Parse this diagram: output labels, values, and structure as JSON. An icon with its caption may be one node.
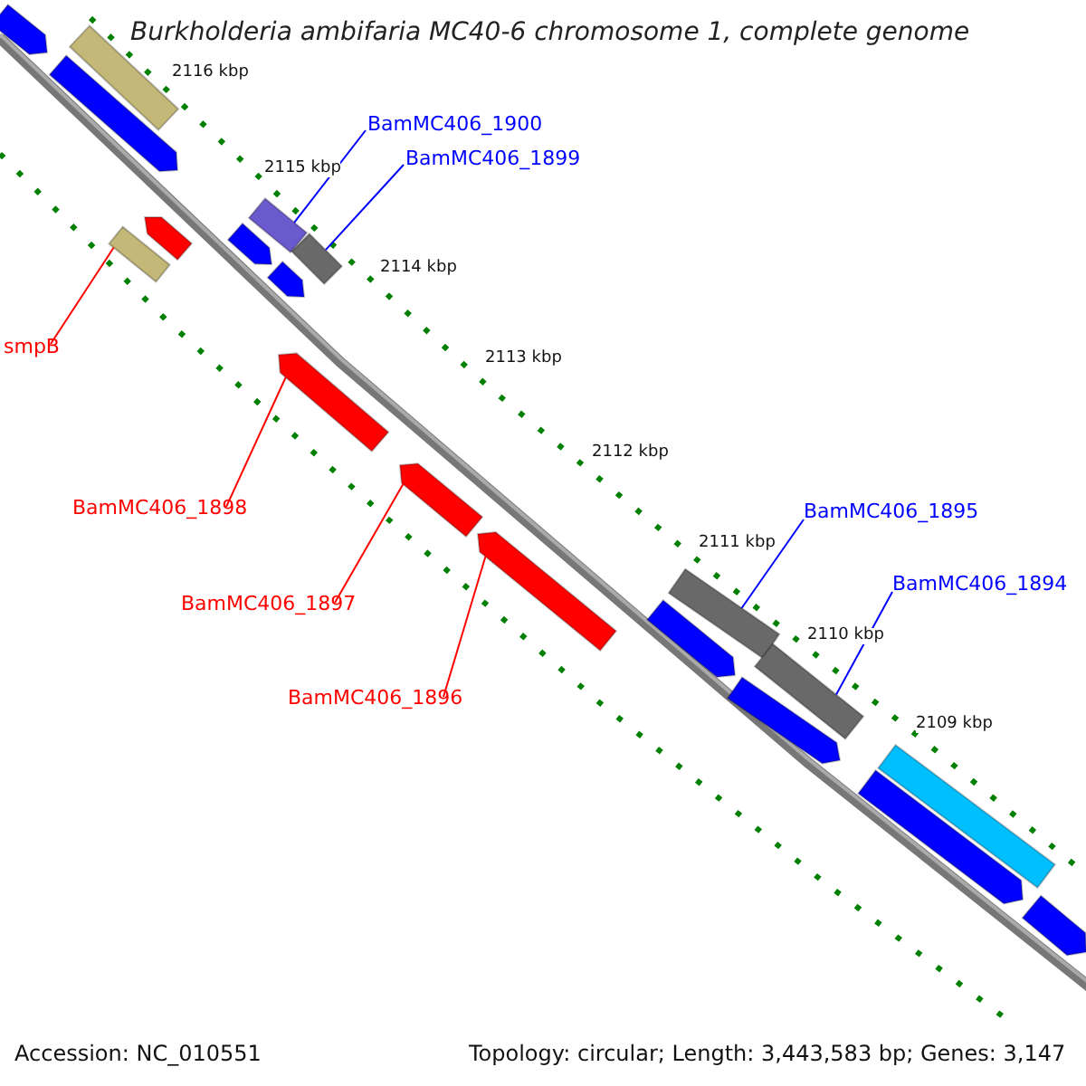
{
  "diagram": {
    "title": "Burkholderia ambifaria MC40-6 chromosome 1, complete genome",
    "nodes": [
      {
        "text": [
          "BamMC406_1900"
        ]
      },
      {
        "text": [
          "BamMC406_1899"
        ]
      },
      {
        "text": [
          "smpB"
        ]
      },
      {
        "text": [
          "BamMC406_1898"
        ]
      },
      {
        "text": [
          "BamMC406_1897"
        ]
      },
      {
        "text": [
          "BamMC406_1896"
        ]
      },
      {
        "text": [
          "BamMC406_1895"
        ]
      },
      {
        "text": [
          "BamMC406_1894"
        ]
      },
      {
        "text": [],
        "shape": "bar"
      },
      {
        "text": [],
        "shape": "bar"
      },
      {
        "text": [],
        "shape": "bar"
      },
      {
        "text": [],
        "shape": "bar"
      },
      {
        "text": [],
        "shape": "bar"
      },
      {
        "text": [],
        "shape": "bar"
      },
      {
        "text": [],
        "shape": "bar"
      },
      {
        "text": [],
        "shape": "bar"
      },
      {
        "text": [],
        "shape": "bar"
      },
      {
        "text": [],
        "shape": "bar"
      },
      {
        "text": [],
        "shape": "bar"
      },
      {
        "text": [],
        "shape": "bar"
      },
      {
        "text": [],
        "shape": "bar"
      },
      {
        "text": [],
        "shape": "bar"
      },
      {
        "text": [],
        "shape": "bar"
      },
      {
        "text": [],
        "shape": "bar"
      },
      {
        "text": [],
        "shape": "bar"
      },
      {
        "text": [],
        "shape": "bar"
      },
      {
        "text": [],
        "shape": "bar"
      }
    ],
    "edges": [
      {
        "from": 0,
        "to": 11,
        "arrow": "none",
        "color": "#0000ff"
      },
      {
        "from": 1,
        "to": 15,
        "arrow": "none",
        "color": "#0000ff"
      },
      {
        "from": 2,
        "to": 14,
        "arrow": "none",
        "color": "#ff0000"
      },
      {
        "from": 3,
        "to": 17,
        "arrow": "none",
        "color": "#ff0000"
      },
      {
        "from": 4,
        "to": 18,
        "arrow": "none",
        "color": "#ff0000"
      },
      {
        "from": 5,
        "to": 19,
        "arrow": "none",
        "color": "#ff0000"
      },
      {
        "from": 6,
        "to": 20,
        "arrow": "none",
        "color": "#0000ff"
      },
      {
        "from": 7,
        "to": 22,
        "arrow": "none",
        "color": "#0000ff"
      }
    ],
    "labels": [
      "2116 kbp",
      "2115 kbp",
      "2114 kbp",
      "2113 kbp",
      "2112 kbp",
      "2111 kbp",
      "2110 kbp",
      "2109 kbp",
      "Accession: NC_010551",
      "Topology: circular; Length: 3,443,583 bp; Genes: 3,147"
    ]
  }
}
